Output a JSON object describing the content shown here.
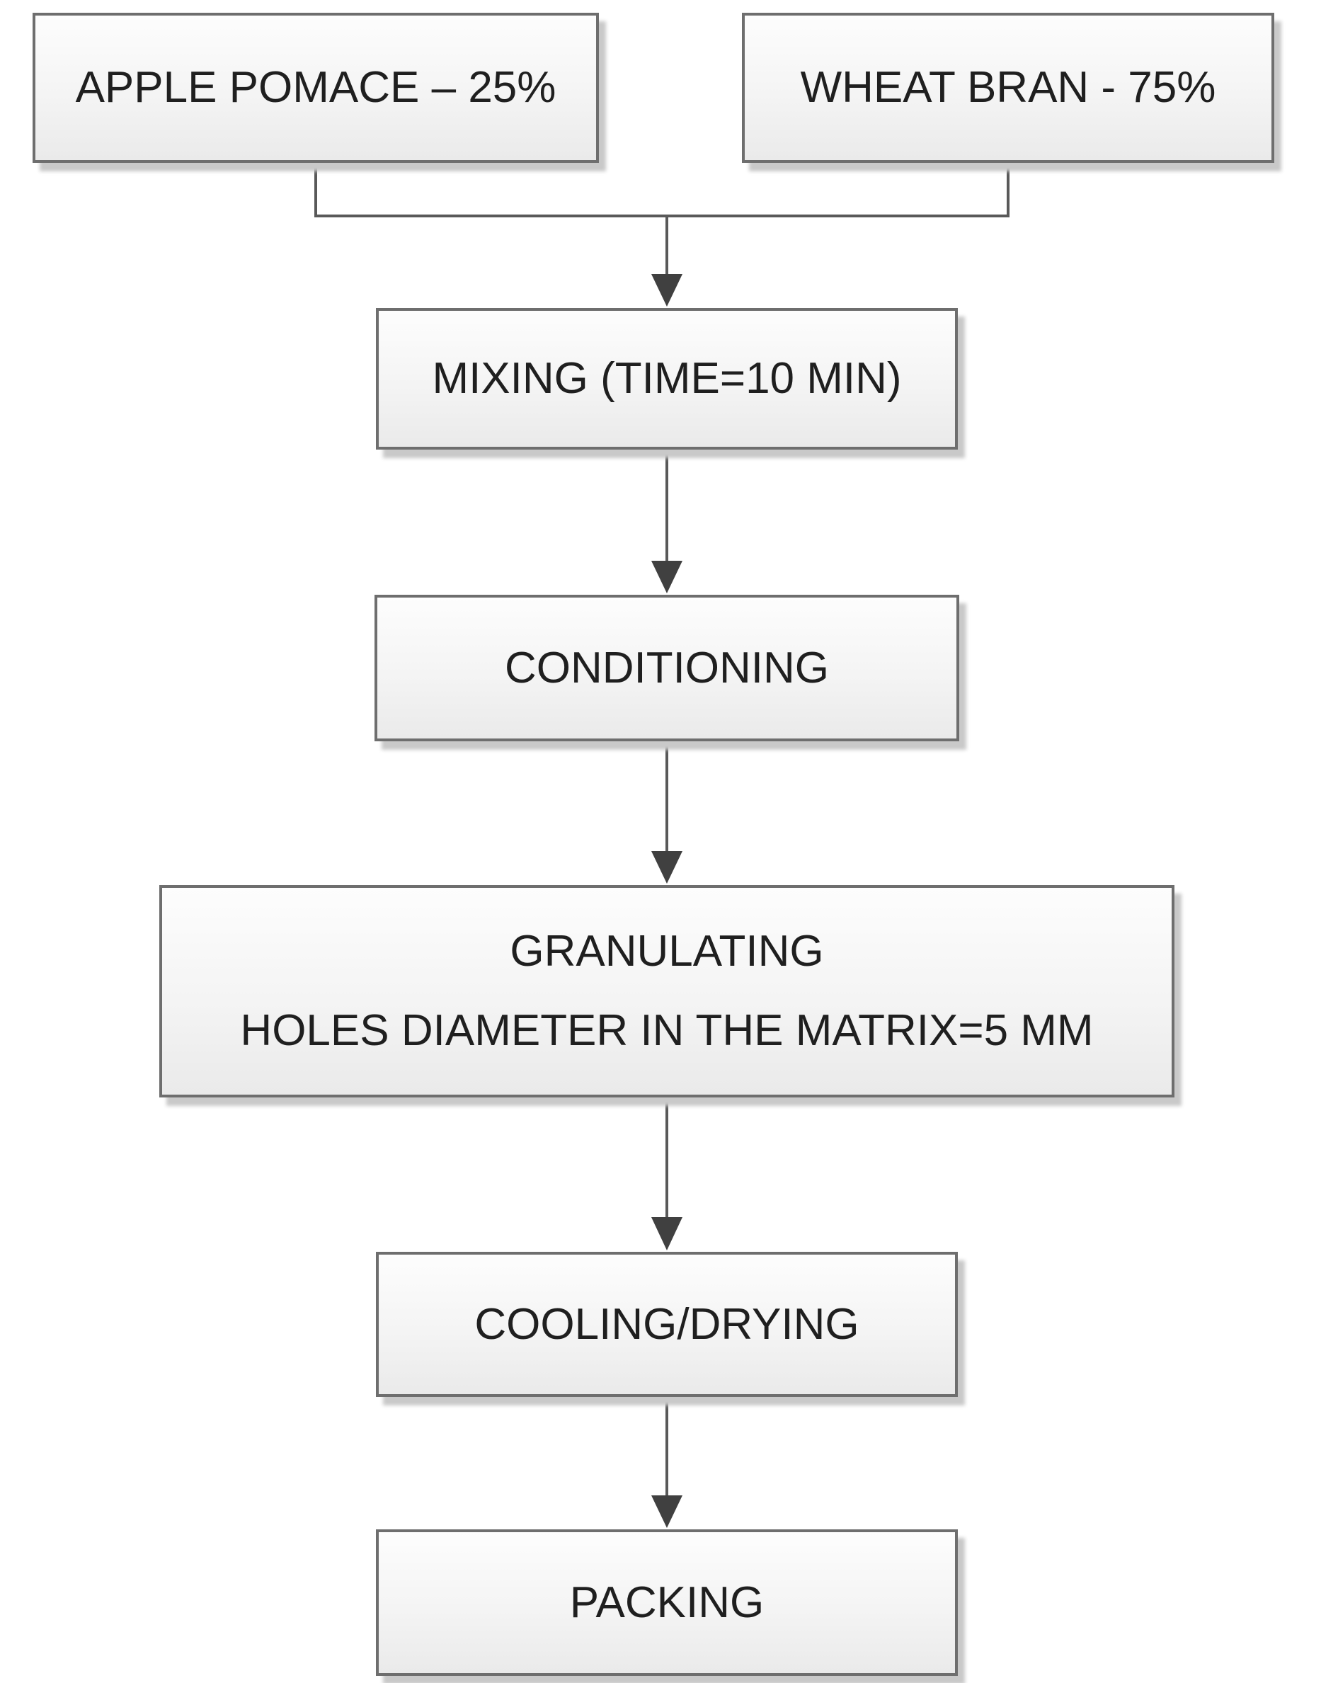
{
  "diagram": {
    "type": "flowchart",
    "background": "#ffffff",
    "nodes": [
      {
        "id": "apple-pomace",
        "label": "APPLE POMACE – 25%"
      },
      {
        "id": "wheat-bran",
        "label": "WHEAT BRAN - 75%"
      },
      {
        "id": "mixing",
        "label": "MIXING (TIME=10 MIN)"
      },
      {
        "id": "conditioning",
        "label": "CONDITIONING"
      },
      {
        "id": "granulating",
        "label": "GRANULATING\nHOLES DIAMETER IN THE MATRIX=5 MM"
      },
      {
        "id": "cooling-drying",
        "label": "COOLING/DRYING"
      },
      {
        "id": "packing",
        "label": "PACKING"
      }
    ],
    "edges": [
      {
        "from": "apple-pomace",
        "to": "mixing"
      },
      {
        "from": "wheat-bran",
        "to": "mixing"
      },
      {
        "from": "mixing",
        "to": "conditioning"
      },
      {
        "from": "conditioning",
        "to": "granulating"
      },
      {
        "from": "granulating",
        "to": "cooling-drying"
      },
      {
        "from": "cooling-drying",
        "to": "packing"
      }
    ]
  },
  "colors": {
    "node-border": "#6e6e6e",
    "node-fill-top": "#fdfdfd",
    "node-fill-bottom": "#eaeaea",
    "node-text": "#1f1f1f",
    "connector": "#595959",
    "arrowhead": "#404040",
    "shadow": "#c9c9c9"
  }
}
